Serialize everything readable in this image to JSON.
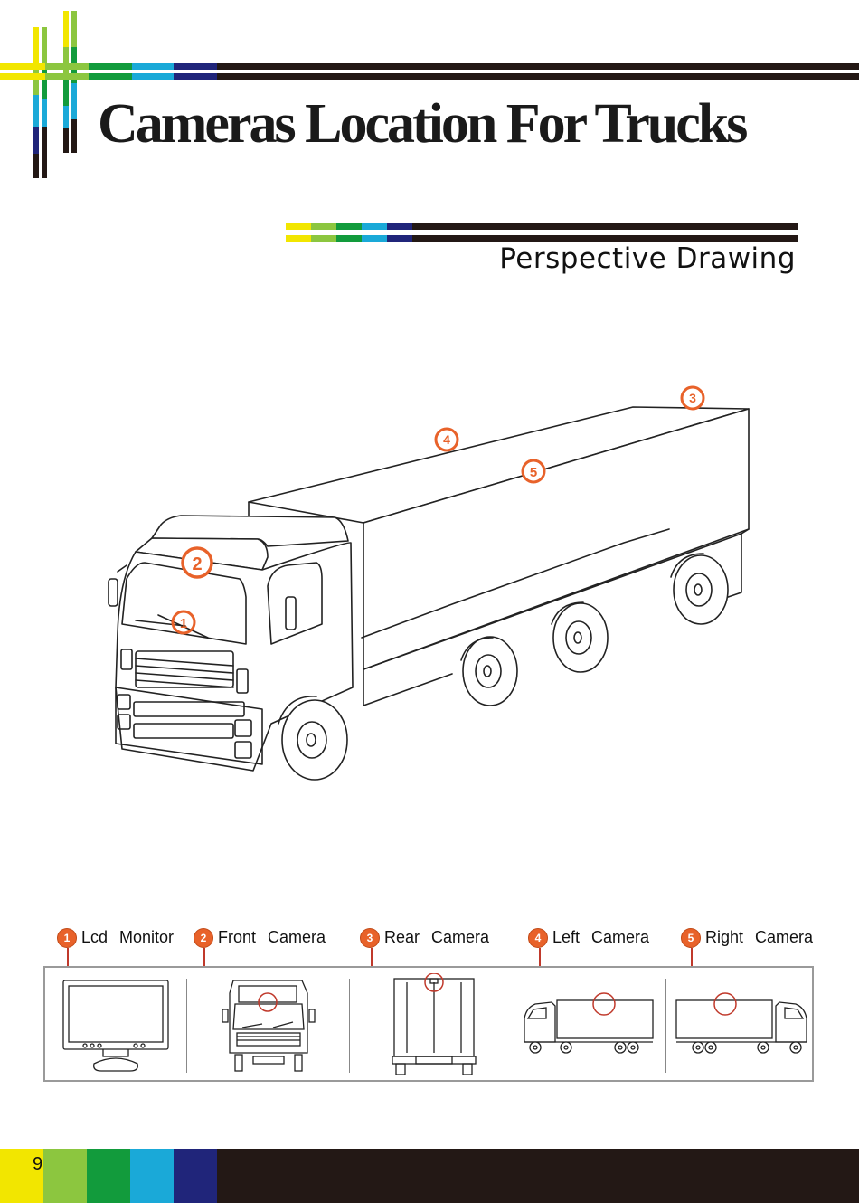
{
  "header": {
    "title": "Cameras Location For Trucks",
    "subtitle": "Perspective Drawing"
  },
  "colors": {
    "yellow": "#f2e600",
    "lime": "#8cc63f",
    "green": "#129b3c",
    "cyan": "#1aa9d8",
    "navy": "#20257a",
    "black": "#231815",
    "marker": "#e8622a"
  },
  "markers": [
    "1",
    "2",
    "3",
    "4",
    "5"
  ],
  "legend": [
    {
      "num": "1",
      "label": "Lcd Monitor"
    },
    {
      "num": "2",
      "label": "Front Camera"
    },
    {
      "num": "3",
      "label": "Rear Camera"
    },
    {
      "num": "4",
      "label": "Left Camera"
    },
    {
      "num": "5",
      "label": "Right Camera"
    }
  ],
  "footer": {
    "page_number": "9"
  }
}
